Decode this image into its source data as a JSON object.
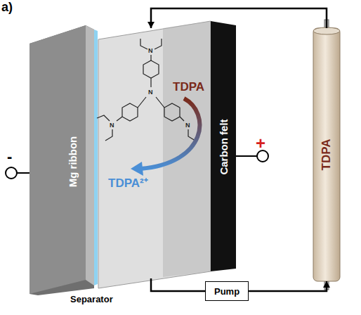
{
  "diagram": {
    "nodes": [
      {
        "text": [
          "Mg ribbon"
        ]
      },
      {
        "text": [
          "TDPA",
          "TDPA²⁺"
        ]
      },
      {
        "text": [
          "Carbon felt"
        ]
      },
      {
        "text": [
          "TDPA"
        ]
      },
      {
        "text": [
          "Pump"
        ]
      }
    ],
    "edges": [
      {
        "from": 1,
        "to": 4,
        "arrow": "none"
      },
      {
        "from": 4,
        "to": 3,
        "arrow": "to"
      },
      {
        "from": 3,
        "to": 1,
        "arrow": "to"
      }
    ],
    "labels": [
      "a)",
      "N",
      "N",
      "N",
      "N",
      "-",
      "+",
      "Separator"
    ]
  }
}
